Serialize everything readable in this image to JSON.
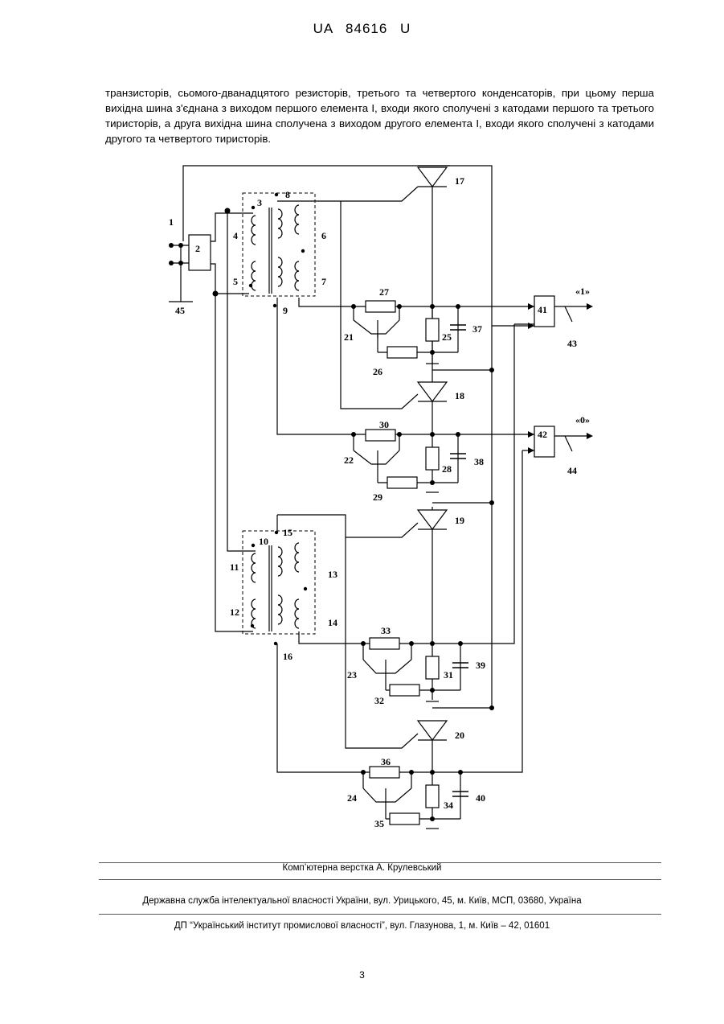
{
  "header": {
    "patent_number": "UA   84616   U"
  },
  "body": {
    "paragraph": "транзисторів, сьомого-дванадцятого резисторів, третього та четвертого конденсаторів, при цьому перша вихідна шина з'єднана з виходом першого елемента І, входи якого сполучені з катодами першого та третього тиристорів, а друга вихідна шина сполучена з виходом другого елемента І, входи якого сполучені з катодами другого та четвертого тиристорів."
  },
  "diagram": {
    "labels": {
      "n1": "1",
      "n2": "2",
      "n3": "3",
      "n4": "4",
      "n5": "5",
      "n6": "6",
      "n7": "7",
      "n8": "8",
      "n9": "9",
      "n10": "10",
      "n11": "11",
      "n12": "12",
      "n13": "13",
      "n14": "14",
      "n15": "15",
      "n16": "16",
      "n17": "17",
      "n18": "18",
      "n19": "19",
      "n20": "20",
      "n21": "21",
      "n22": "22",
      "n23": "23",
      "n24": "24",
      "n25": "25",
      "n26": "26",
      "n27": "27",
      "n28": "28",
      "n29": "29",
      "n30": "30",
      "n31": "31",
      "n32": "32",
      "n33": "33",
      "n34": "34",
      "n35": "35",
      "n36": "36",
      "n37": "37",
      "n38": "38",
      "n39": "39",
      "n40": "40",
      "n41": "41",
      "n42": "42",
      "n43": "43",
      "n44": "44",
      "n45": "45",
      "out1": "«1»",
      "out0": "«0»"
    }
  },
  "footer": {
    "layout_credit": "Комп’ютерна верстка А. Крулевський",
    "agency": "Державна служба інтелектуальної власності України, вул. Урицького, 45, м. Київ, МСП, 03680, Україна",
    "institute": "ДП “Український інститут промислової власності”, вул. Глазунова, 1, м. Київ – 42, 01601"
  },
  "page_number": "3"
}
